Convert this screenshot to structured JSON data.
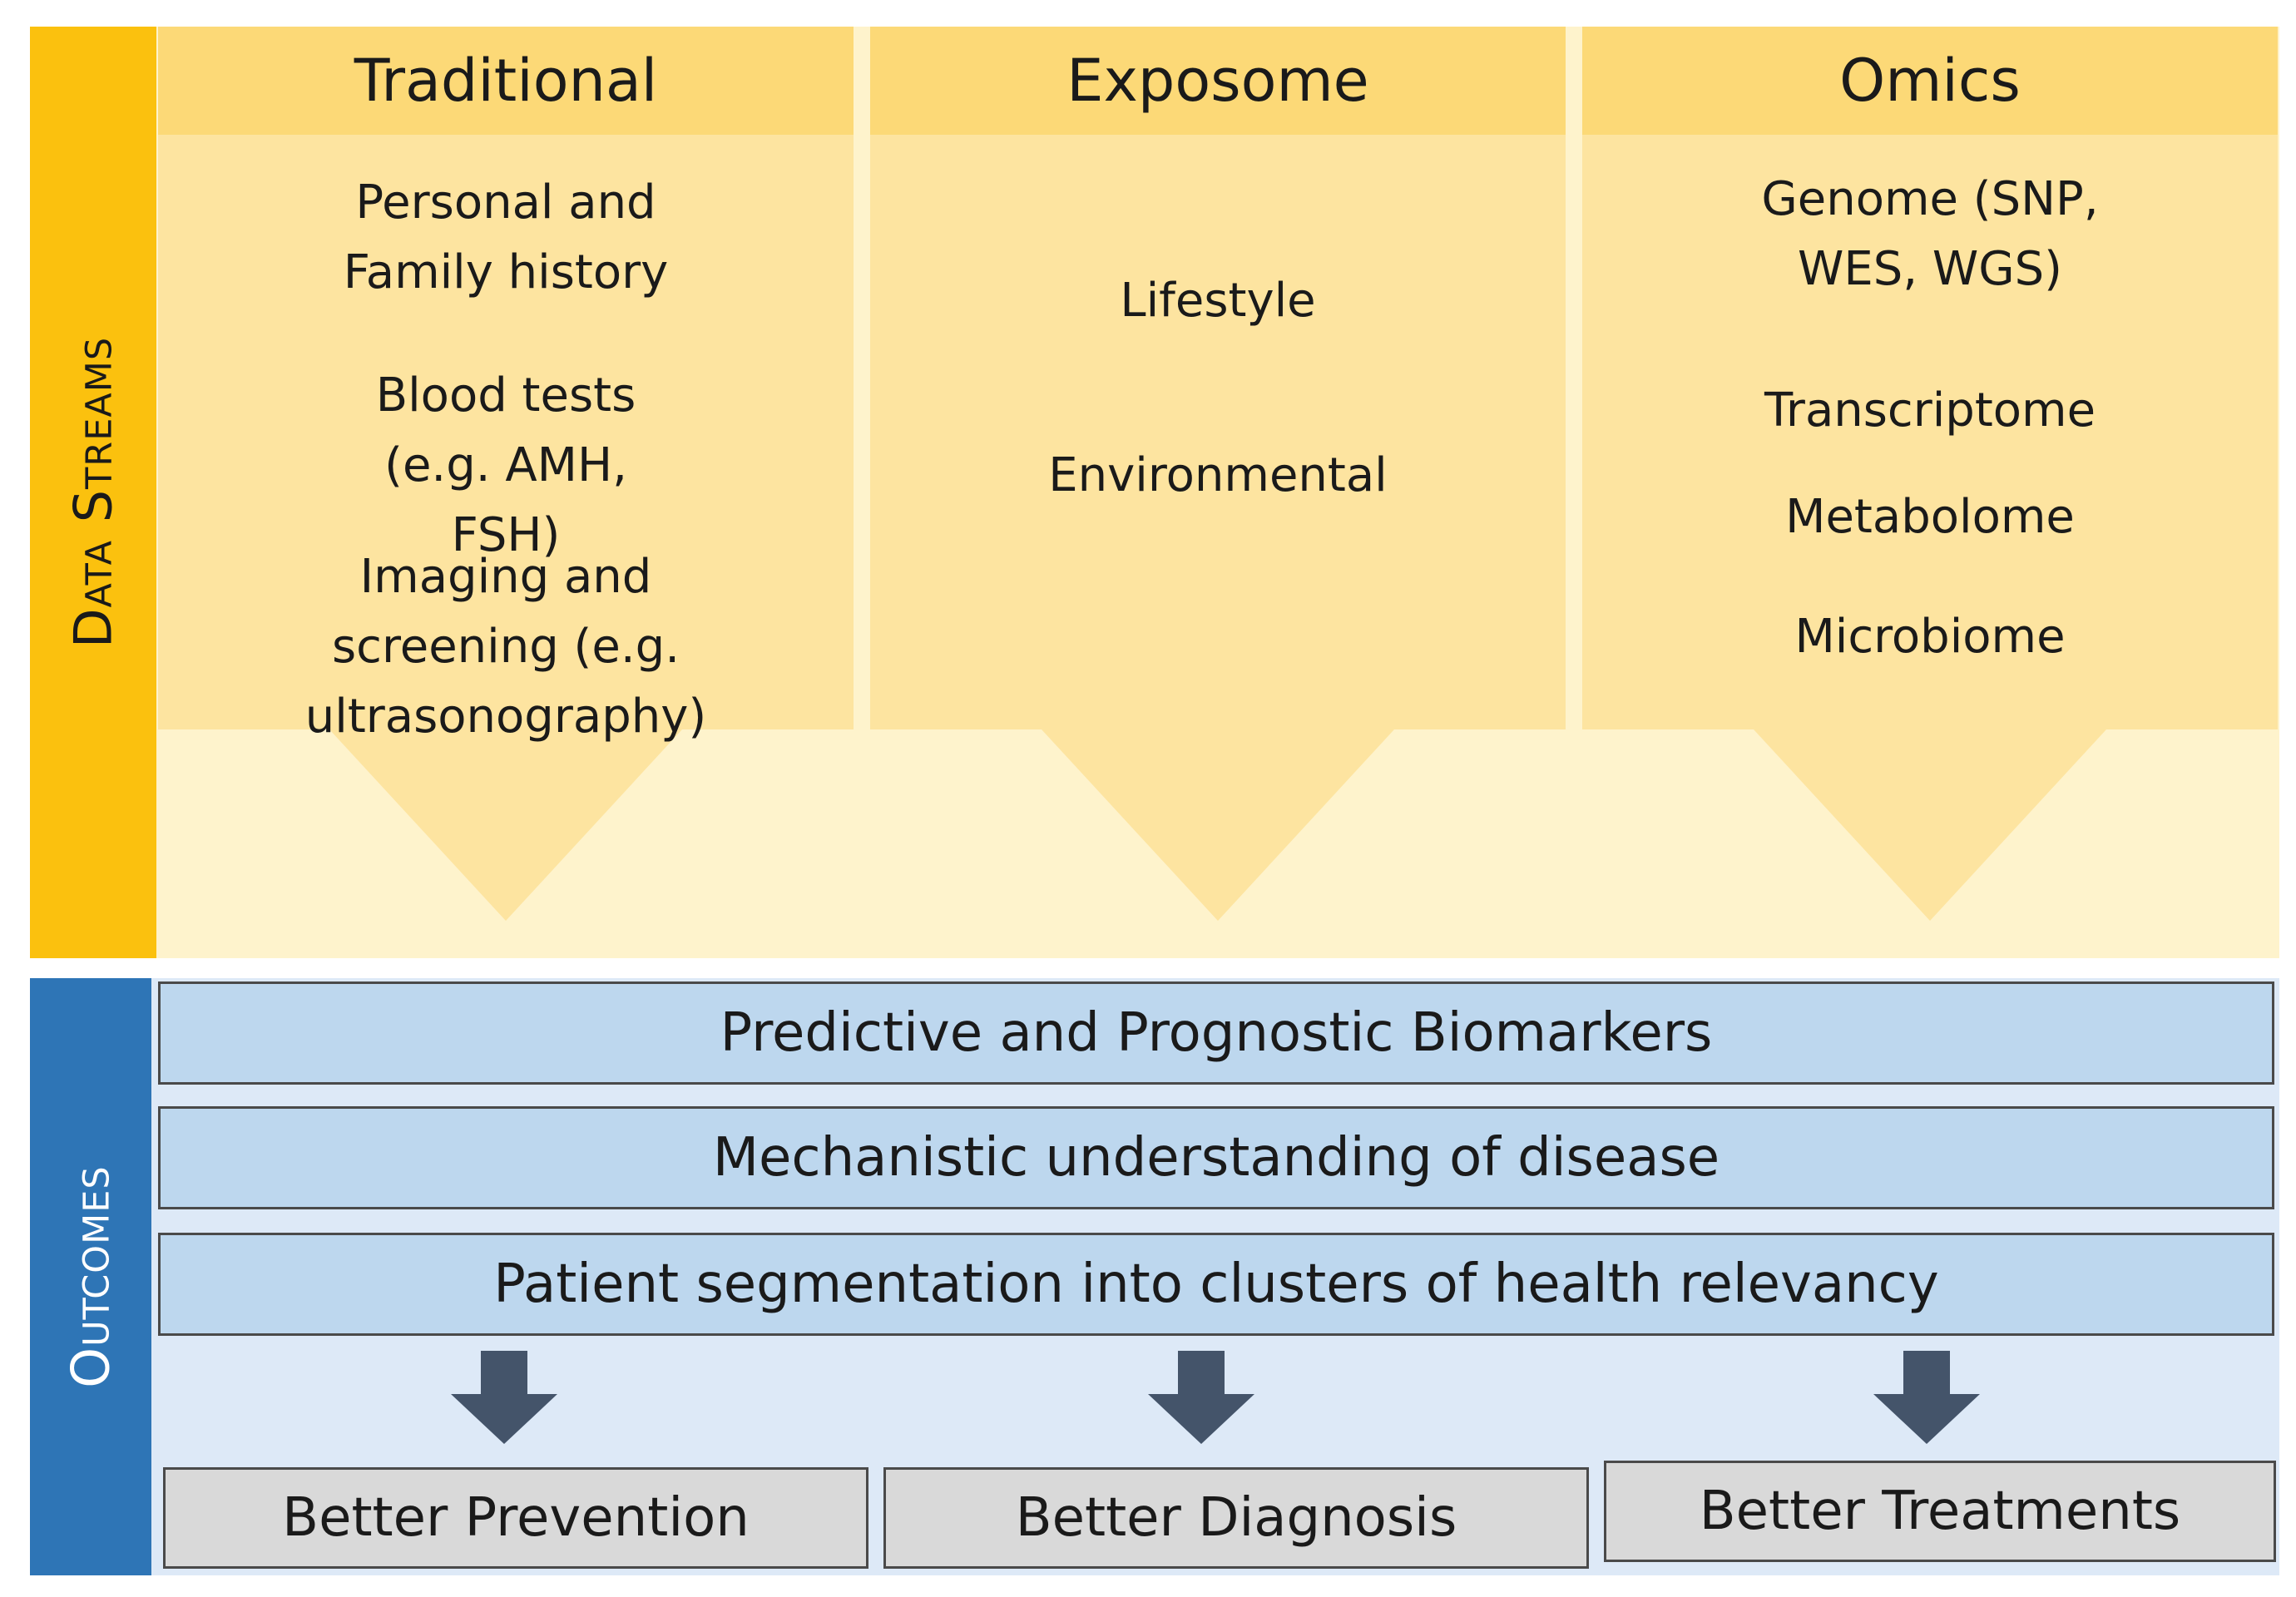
{
  "data_streams": {
    "label": "Data Streams",
    "columns": [
      {
        "title": "Traditional",
        "items": [
          "Personal and Family history",
          "Blood tests (e.g. AMH, FSH)",
          "Imaging and screening (e.g. ultrasonography)"
        ]
      },
      {
        "title": "Exposome",
        "items": [
          "Lifestyle",
          "Environmental"
        ]
      },
      {
        "title": "Omics",
        "items": [
          "Genome (SNP, WES, WGS)",
          "Transcriptome",
          "Metabolome",
          "Microbiome"
        ]
      }
    ]
  },
  "outcomes": {
    "label": "Outcomes",
    "bars": [
      "Predictive and Prognostic Biomarkers",
      "Mechanistic understanding of disease",
      "Patient segmentation into clusters of health relevancy"
    ],
    "results": [
      "Better Prevention",
      "Better Diagnosis",
      "Better Treatments"
    ]
  },
  "colors": {
    "stream_band": "#fbc10e",
    "stream_header": "#fcd977",
    "stream_body": "#fde4a0",
    "stream_background": "#fef3cc",
    "outcome_band": "#2e75b6",
    "outcome_bar": "#bdd7ee",
    "outcome_background": "#dde9f7",
    "result_box": "#d9d9d9",
    "arrow": "#44546a"
  }
}
